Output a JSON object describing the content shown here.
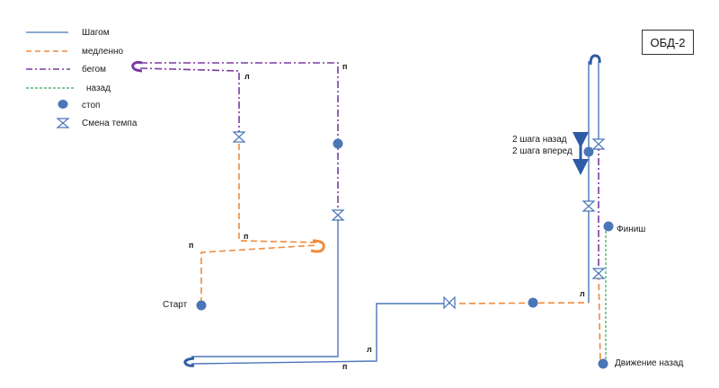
{
  "badge": "ОБД-2",
  "legend": {
    "walk": "Шагом",
    "slow": "медленно",
    "run": "бегом",
    "back": "назад",
    "stop": "стоп",
    "tempo": "Смена темпа"
  },
  "labels": {
    "start": "Старт",
    "finish": "Финиш",
    "backward_move": "Движение назад",
    "steps_back": "2 шага назад",
    "steps_forward": "2 шага вперед",
    "right": "п",
    "left": "л"
  },
  "colors": {
    "walk": "#4a76b8",
    "slow": "#ef8a3c",
    "run": "#7b3aa2",
    "back": "#3aa55a",
    "stop": "#4a76b8",
    "tempo": "#4a76b8"
  }
}
